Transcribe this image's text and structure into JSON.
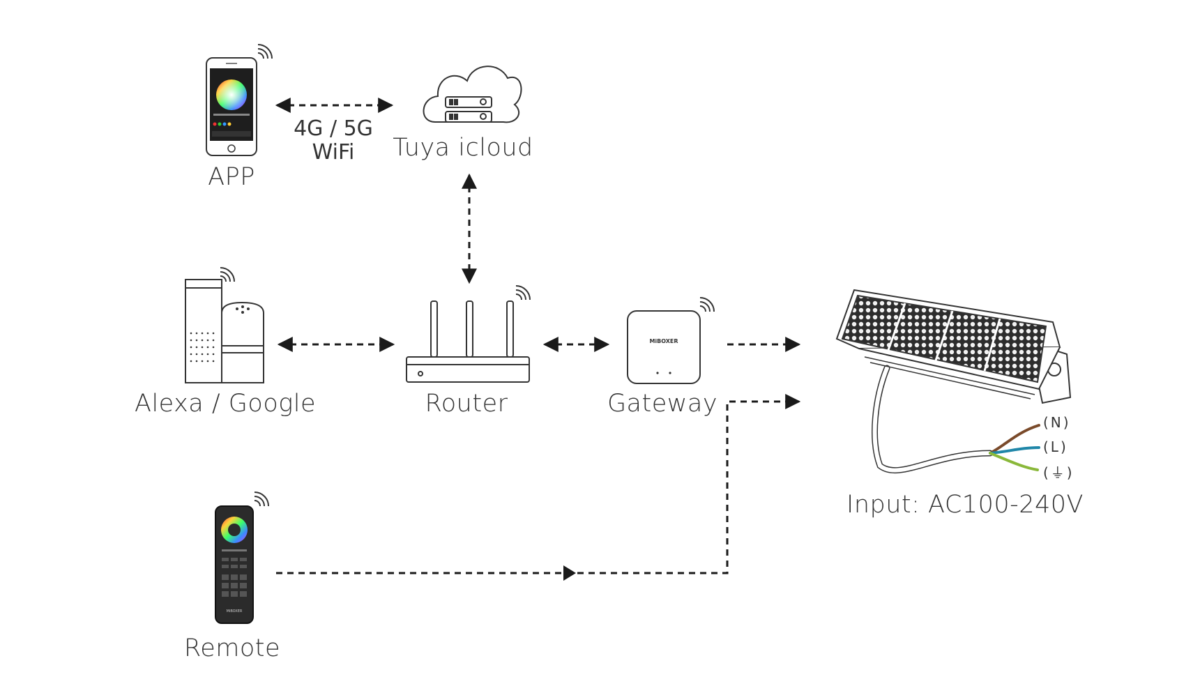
{
  "nodes": {
    "app": "APP",
    "cloud": "Tuya icloud",
    "alexa_google": "Alexa / Google",
    "router": "Router",
    "gateway": "Gateway",
    "remote": "Remote",
    "input": "Input: AC100-240V"
  },
  "links": {
    "app_cloud_line1": "4G / 5G",
    "app_cloud_line2": "WiFi"
  },
  "wires": {
    "neutral": "(N)",
    "live": "(L)",
    "earth": "(⏚)"
  },
  "brand": {
    "gateway_logo": "MiBOXER",
    "remote_logo": "MiBOXER"
  },
  "colors": {
    "line": "#1a1a1a",
    "wire_neutral": "#7a4a2a",
    "wire_live": "#1f86a8",
    "wire_earth": "#8ab83a"
  }
}
